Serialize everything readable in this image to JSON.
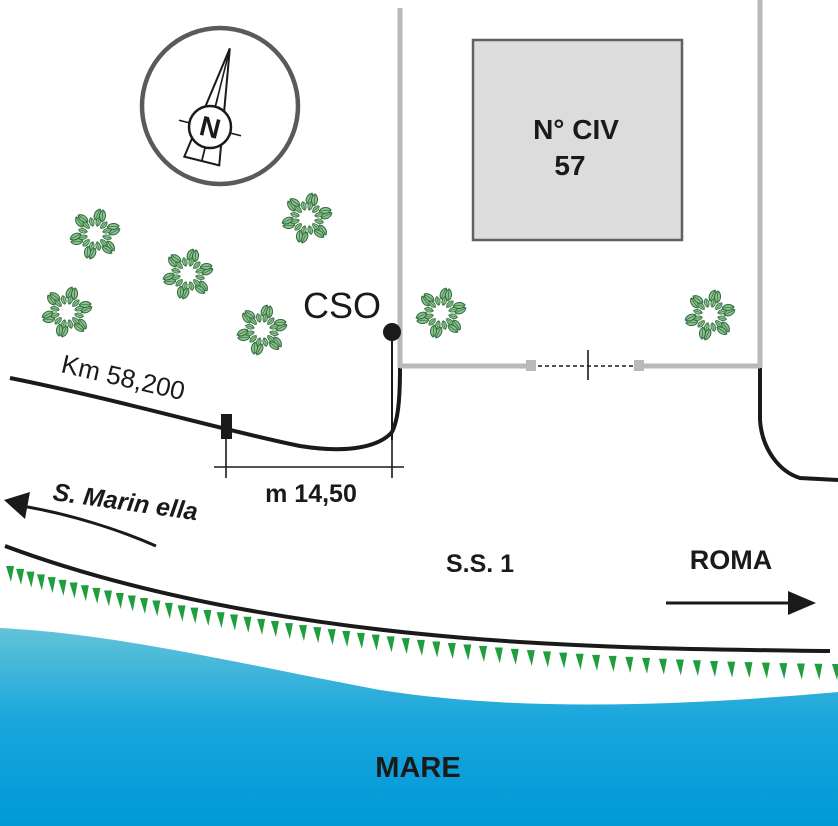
{
  "map": {
    "compass_letter": "N",
    "building": {
      "label_line1": "N° CIV",
      "label_line2": "57"
    },
    "cso_label": "CSO",
    "km_label": "Km 58,200",
    "distance_label": "m 14,50",
    "direction_left": "S. Marin ella",
    "road_label": "S.S. 1",
    "direction_right": "ROMA",
    "sea_label": "MARE",
    "colors": {
      "road": "#1a1a1a",
      "wall": "#b9b9b9",
      "building_fill": "#dcdcdc",
      "building_stroke": "#606060",
      "compass_ring": "#5a5a5a",
      "tree_leaf": "#7fb385",
      "tree_leaf_dark": "#3f7a4a",
      "grass": "#1e9e3c",
      "sea_top": "#62c4d9",
      "sea_bottom": "#0099d8"
    },
    "icons": [
      "compass-icon",
      "tree-icon",
      "gate-icon",
      "arrow-left-icon",
      "arrow-right-icon"
    ]
  }
}
